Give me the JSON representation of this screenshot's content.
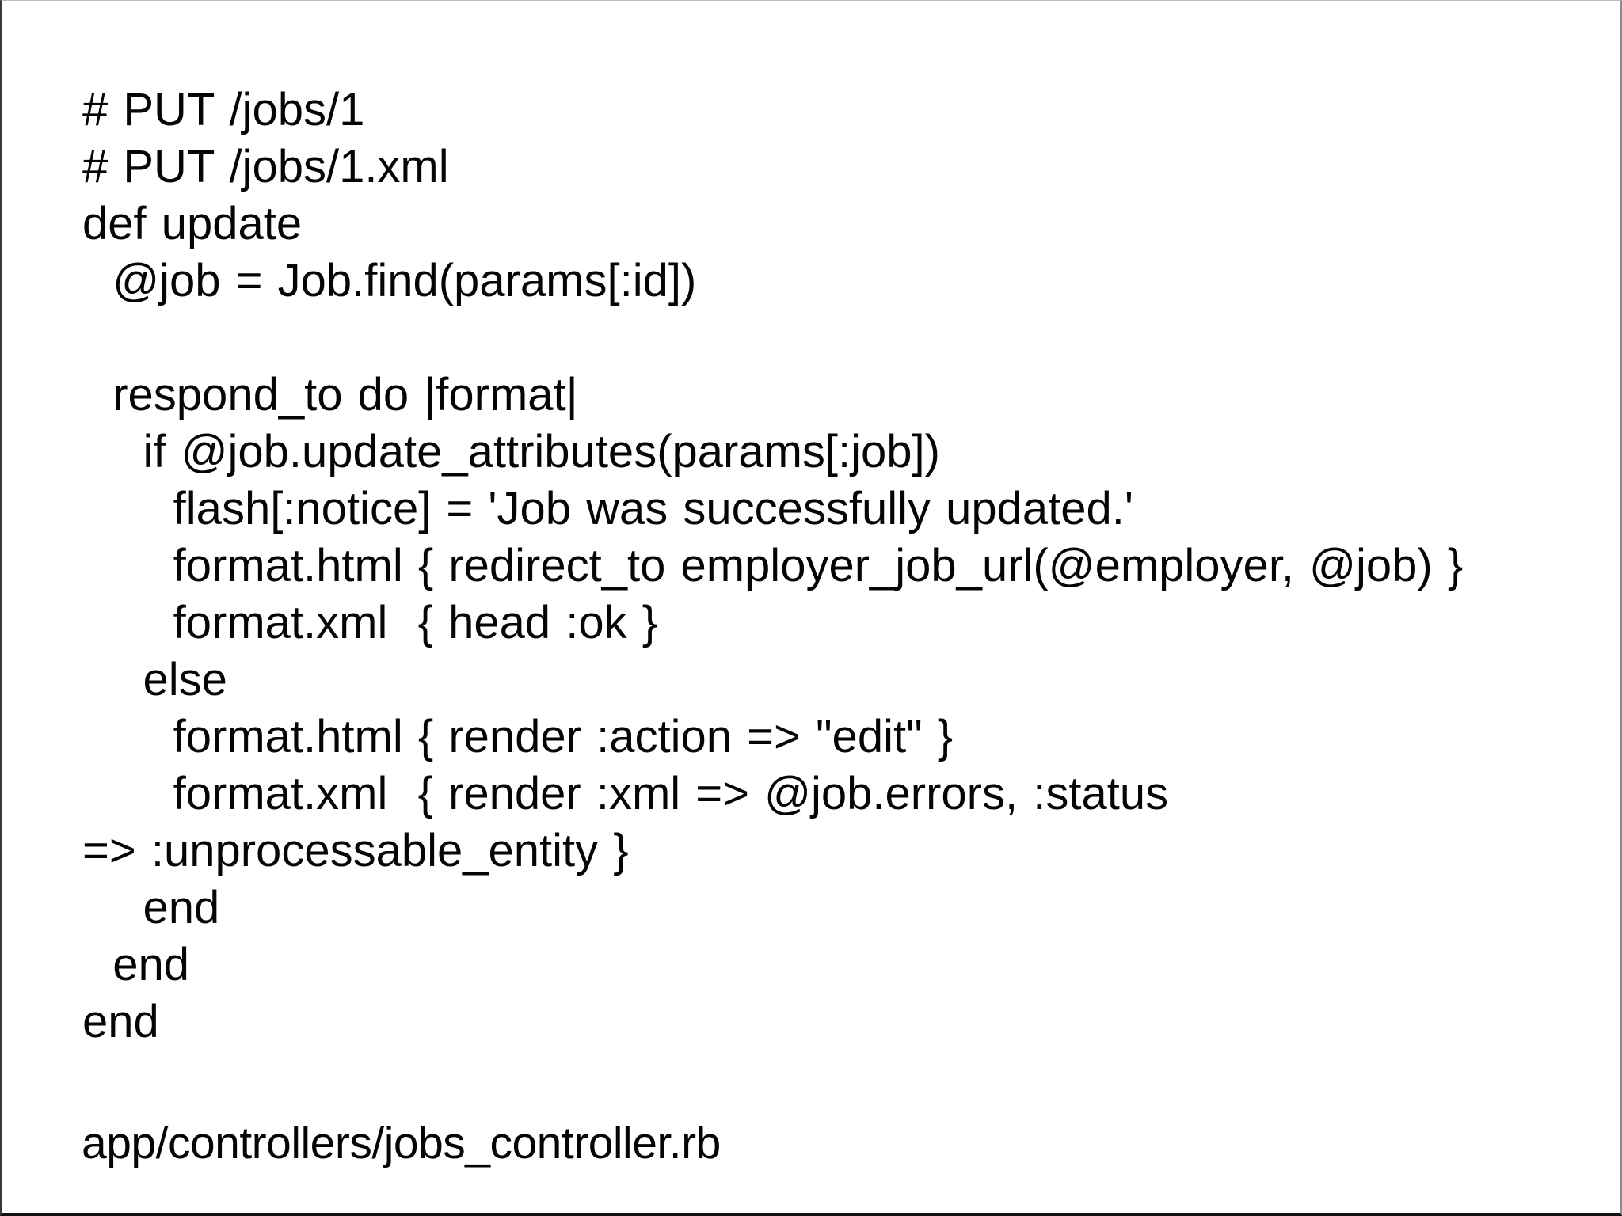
{
  "slide": {
    "colors": {
      "background": "#ffffff",
      "text": "#050505",
      "border_left": "#383838",
      "border_top": "#bdbdbd",
      "border_right": "#8c8c8c",
      "border_bottom": "#121212"
    }
  },
  "code": {
    "lines": [
      "# PUT /jobs/1",
      "# PUT /jobs/1.xml",
      "def update",
      "  @job = Job.find(params[:id])",
      "",
      "  respond_to do |format|",
      "    if @job.update_attributes(params[:job])",
      "      flash[:notice] = 'Job was successfully updated.'",
      "      format.html { redirect_to employer_job_url(@employer, @job) }",
      "      format.xml  { head :ok }",
      "    else",
      "      format.html { render :action => \"edit\" }",
      "      format.xml  { render :xml => @job.errors, :status",
      "=> :unprocessable_entity }",
      "    end",
      "  end",
      "end"
    ]
  },
  "footer": {
    "file_path": "app/controllers/jobs_controller.rb"
  }
}
